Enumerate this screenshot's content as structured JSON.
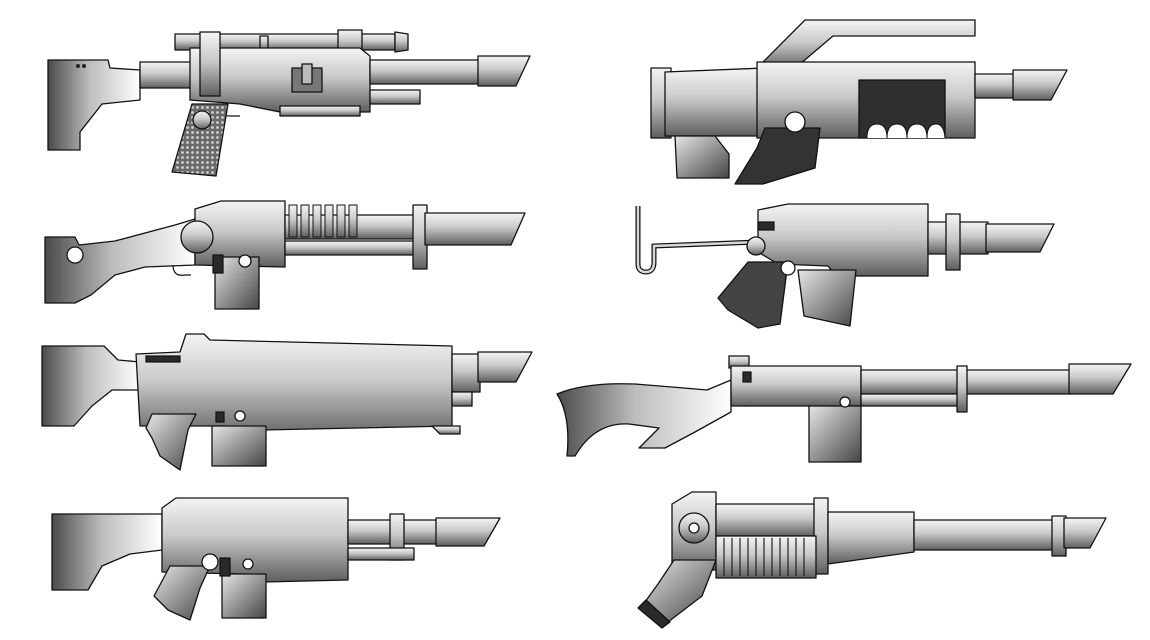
{
  "palette": {
    "metal_light": "#f4f4f4",
    "metal_mid": "#a6a6a6",
    "metal_dark": "#3a3a3a",
    "outline": "#111111",
    "background": "#ffffff"
  },
  "weapons": [
    {
      "id": "scoped-rifle",
      "icon": "scoped-rifle-icon"
    },
    {
      "id": "carbine-rifle",
      "icon": "carbine-rifle-icon"
    },
    {
      "id": "pump-rifle",
      "icon": "pump-rifle-icon"
    },
    {
      "id": "folding-stock-rifle",
      "icon": "folding-stock-rifle-icon"
    },
    {
      "id": "battle-rifle",
      "icon": "battle-rifle-icon"
    },
    {
      "id": "long-barrel-rifle",
      "icon": "long-barrel-rifle-icon"
    },
    {
      "id": "compact-rifle",
      "icon": "compact-rifle-icon"
    },
    {
      "id": "shotgun",
      "icon": "shotgun-icon"
    }
  ]
}
